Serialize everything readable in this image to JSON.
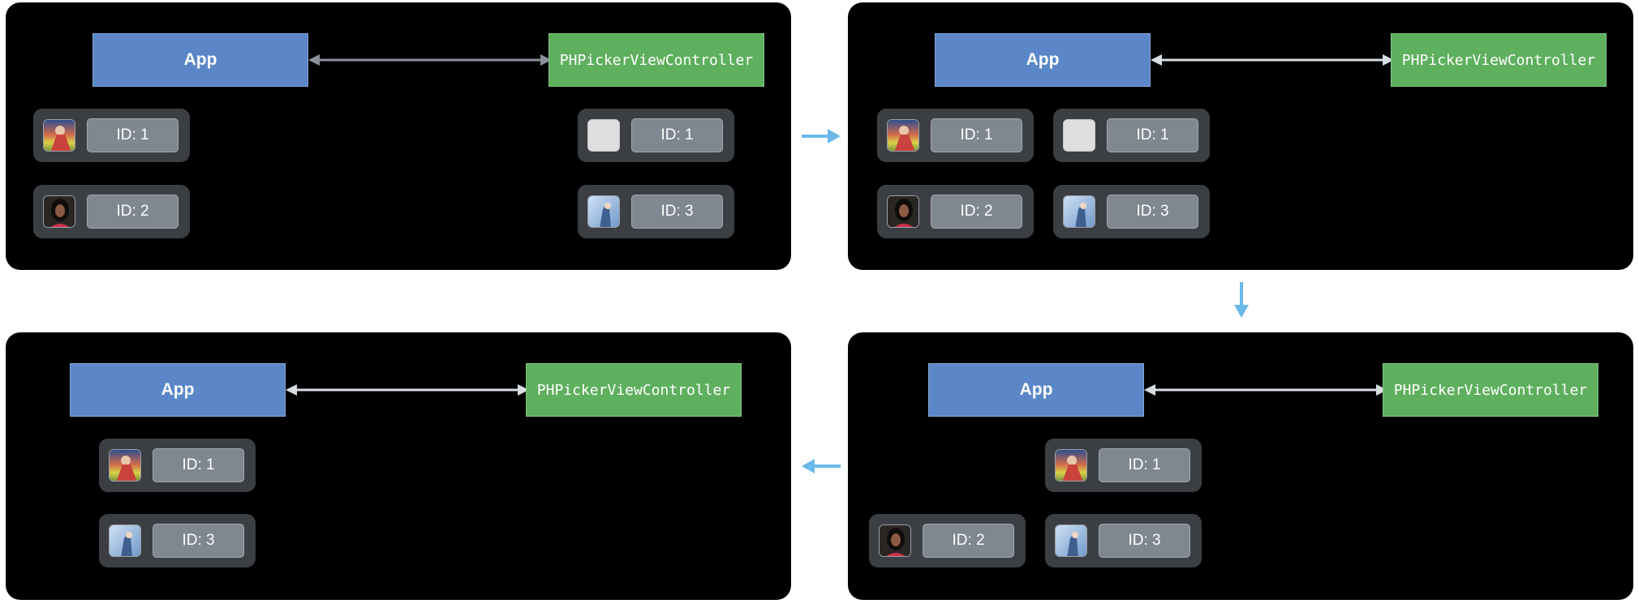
{
  "labels": {
    "app": "App",
    "picker": "PHPickerViewController"
  },
  "panels": {
    "p1": {
      "items": [
        "ID: 1",
        "ID: 2",
        "ID: 1",
        "ID: 3"
      ]
    },
    "p2": {
      "items": [
        "ID: 1",
        "ID: 2",
        "ID: 1",
        "ID: 3"
      ]
    },
    "p3": {
      "items": [
        "ID: 1",
        "ID: 2",
        "ID: 3"
      ]
    },
    "p4": {
      "items": [
        "ID: 1",
        "ID: 3"
      ]
    }
  },
  "colors": {
    "app_box": "#5b87c8",
    "picker_box": "#5eaf5e",
    "panel_bg": "#000000",
    "item_bg": "#3b3e43",
    "id_label": "#7f8790",
    "flow_arrow": "#6bb8ea"
  },
  "icons": {
    "photo_1": "painted-artwork-photo-icon",
    "photo_2": "portrait-photo-icon",
    "photo_3": "sky-hand-photo-icon",
    "placeholder": "empty-placeholder-icon"
  }
}
